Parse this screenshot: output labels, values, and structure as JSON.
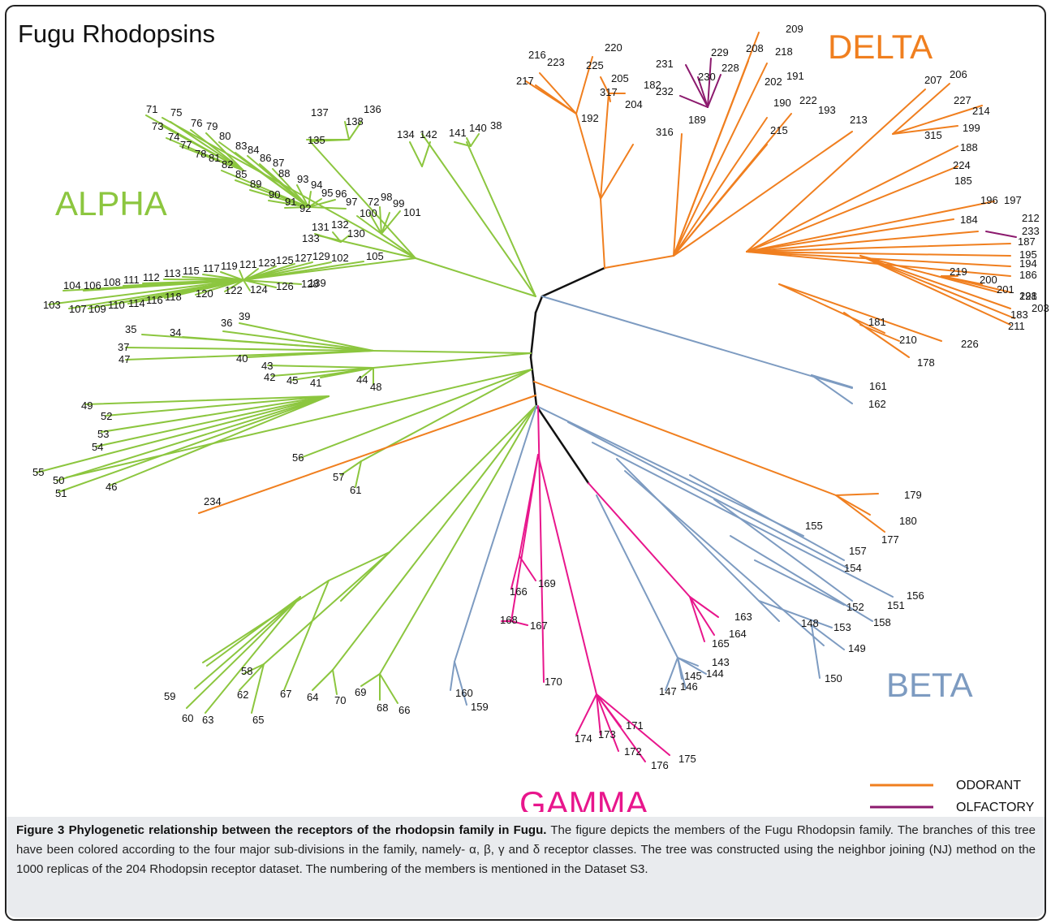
{
  "title": "Fugu Rhodopsins",
  "colors": {
    "alpha": "#8cc63f",
    "beta": "#7d9bc1",
    "gamma": "#e8168c",
    "delta": "#f07f1f",
    "olfactory": "#8c1a6e",
    "root": "#111111"
  },
  "classes": {
    "alpha": "ALPHA",
    "beta": "BETA",
    "gamma": "GAMMA",
    "delta": "DELTA"
  },
  "legend": {
    "odorant": "ODORANT",
    "olfactory": "OLFACTORY"
  },
  "caption": {
    "bold": "Figure 3 Phylogenetic relationship between the receptors of the rhodopsin family in Fugu.",
    "text": " The figure depicts the members of the Fugu Rhodopsin family. The branches of this tree have been colored according to the four major sub-divisions in the family, namely- α, β, γ and δ receptor classes. The tree was constructed using the neighbor joining (NJ) method on the 1000 replicas of the 204 Rhodopsin receptor dataset. The numbering of the members is mentioned in the Dataset S3."
  },
  "leaves": {
    "alpha": [
      "71",
      "75",
      "73",
      "76",
      "79",
      "74",
      "77",
      "80",
      "78",
      "81",
      "83",
      "84",
      "82",
      "86",
      "87",
      "85",
      "88",
      "93",
      "89",
      "94",
      "95",
      "96",
      "90",
      "91",
      "97",
      "92",
      "72",
      "98",
      "99",
      "100",
      "101",
      "131",
      "132",
      "133",
      "130",
      "104",
      "106",
      "108",
      "111",
      "112",
      "113",
      "115",
      "117",
      "119",
      "121",
      "123",
      "125",
      "127",
      "129",
      "102",
      "105",
      "103",
      "107",
      "109",
      "110",
      "114",
      "116",
      "118",
      "120",
      "122",
      "124",
      "126",
      "128",
      "139",
      "137",
      "136",
      "138",
      "135",
      "134",
      "142",
      "141",
      "140",
      "38",
      "35",
      "34",
      "39",
      "36",
      "37",
      "47",
      "40",
      "43",
      "42",
      "45",
      "41",
      "44",
      "48",
      "49",
      "52",
      "53",
      "54",
      "55",
      "50",
      "51",
      "46",
      "56",
      "57",
      "61",
      "234",
      "58",
      "59",
      "60",
      "63",
      "62",
      "65",
      "67",
      "64",
      "70",
      "69",
      "68",
      "66"
    ],
    "beta": [
      "161",
      "162",
      "155",
      "157",
      "154",
      "156",
      "151",
      "152",
      "158",
      "153",
      "148",
      "149",
      "150",
      "143",
      "145",
      "144",
      "146",
      "147",
      "160",
      "159"
    ],
    "gamma": [
      "166",
      "169",
      "168",
      "167",
      "170",
      "163",
      "164",
      "165",
      "174",
      "173",
      "171",
      "172",
      "176",
      "175"
    ],
    "delta": [
      "216",
      "223",
      "217",
      "220",
      "225",
      "205",
      "317",
      "182",
      "204",
      "192",
      "316",
      "189",
      "209",
      "218",
      "208",
      "202",
      "191",
      "190",
      "222",
      "193",
      "215",
      "213",
      "207",
      "206",
      "227",
      "214",
      "199",
      "315",
      "188",
      "224",
      "185",
      "196",
      "197",
      "184",
      "212",
      "187",
      "195",
      "194",
      "186",
      "221",
      "219",
      "200",
      "201",
      "198",
      "203",
      "183",
      "211",
      "181",
      "210",
      "226",
      "178",
      "179",
      "180",
      "177"
    ],
    "olfactory": [
      "229",
      "231",
      "230",
      "228",
      "232",
      "233"
    ]
  }
}
